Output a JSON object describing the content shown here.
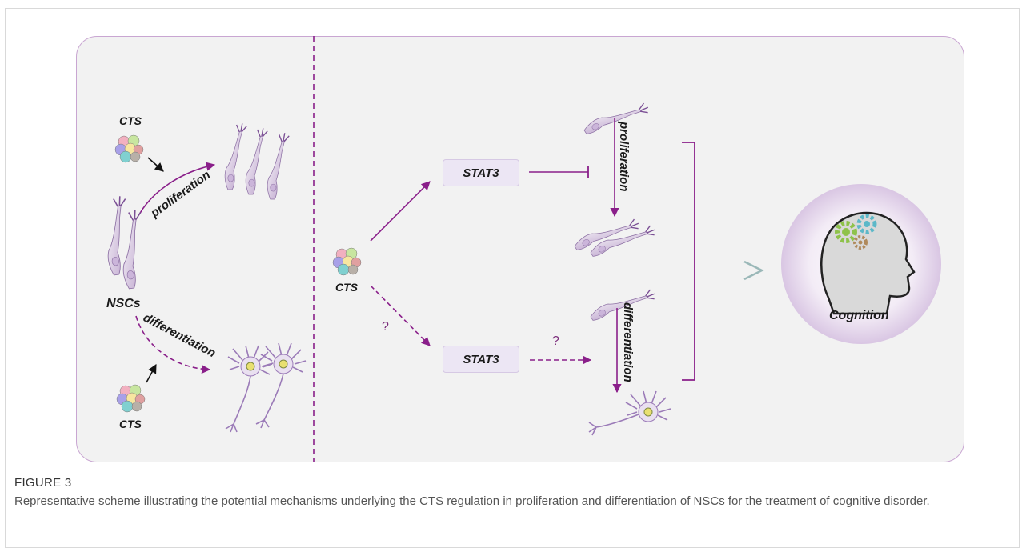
{
  "diagram": {
    "left_panel": {
      "cts_top": "CTS",
      "cts_bottom": "CTS",
      "nscs": "NSCs",
      "proliferation": "proliferation",
      "differentiation": "differentiation"
    },
    "right_panel": {
      "cts": "CTS",
      "stat3_top": "STAT3",
      "stat3_bottom": "STAT3",
      "question_1": "?",
      "question_2": "?",
      "proliferation": "proliferation",
      "differentiation": "differentiation",
      "cognition": "Cognition"
    },
    "colors": {
      "arrow": "#8a1f8a",
      "panel_border": "#c9a6d2",
      "cell": "#b79cc8"
    }
  },
  "caption": {
    "title": "FIGURE 3",
    "text": "Representative scheme illustrating the potential mechanisms underlying the CTS regulation in proliferation and differentiation of NSCs for the treatment of cognitive disorder."
  }
}
